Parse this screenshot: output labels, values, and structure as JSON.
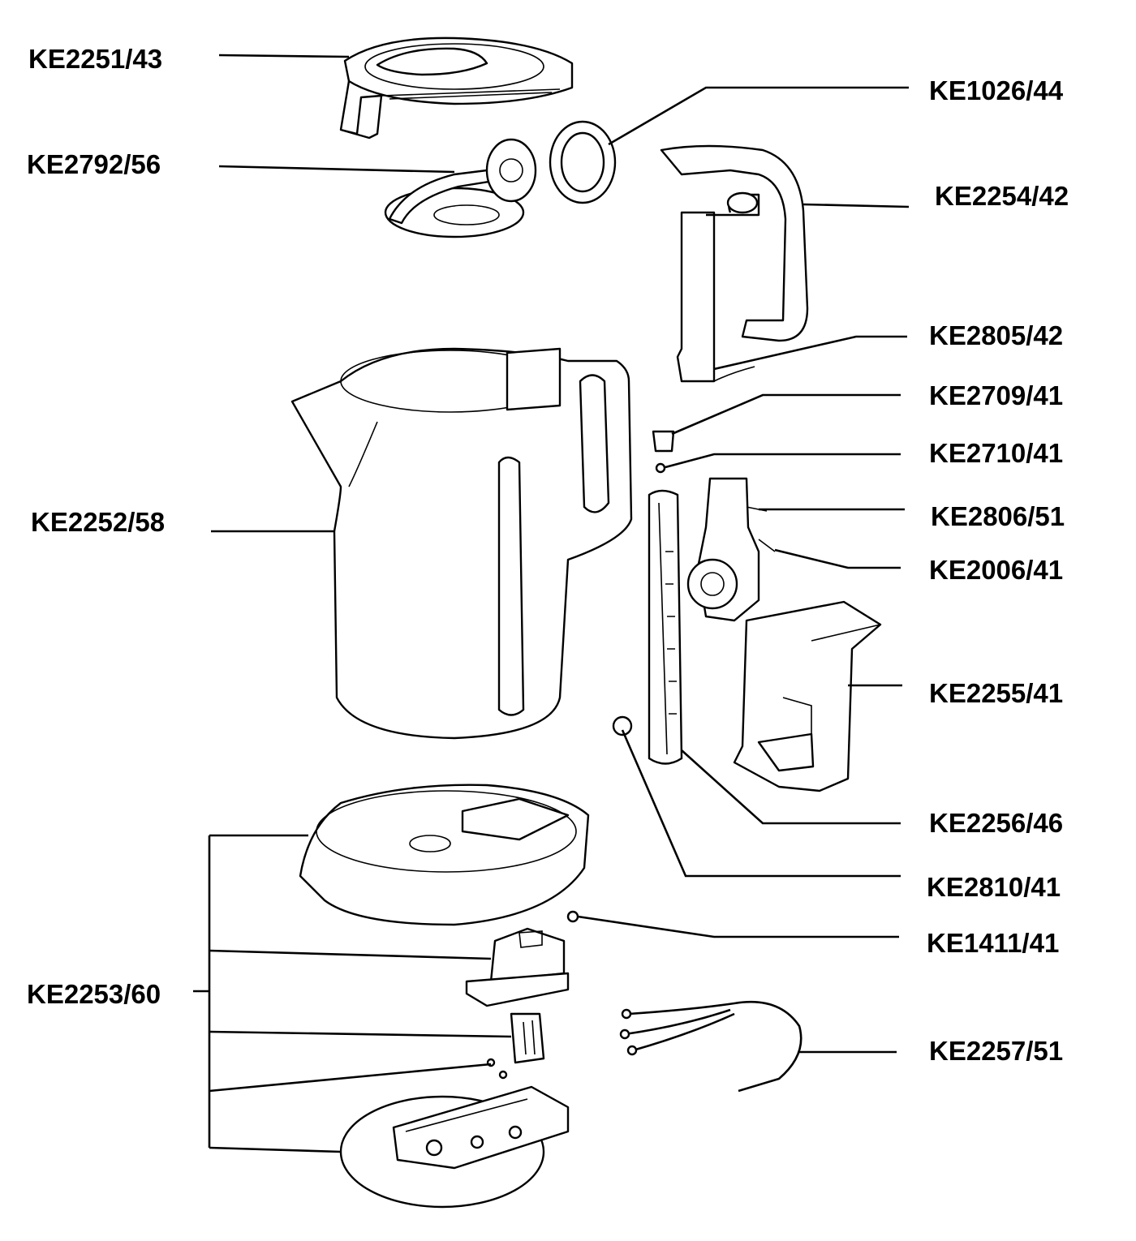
{
  "diagram": {
    "labels": [
      "KE2251/43",
      "KE2792/56",
      "KE1026/44",
      "KE2254/42",
      "KE2805/42",
      "KE2709/41",
      "KE2710/41",
      "KE2806/51",
      "KE2006/41",
      "KE2252/58",
      "KE2255/41",
      "KE2256/46",
      "KE2810/41",
      "KE1411/41",
      "KE2253/60",
      "KE2257/51"
    ]
  }
}
